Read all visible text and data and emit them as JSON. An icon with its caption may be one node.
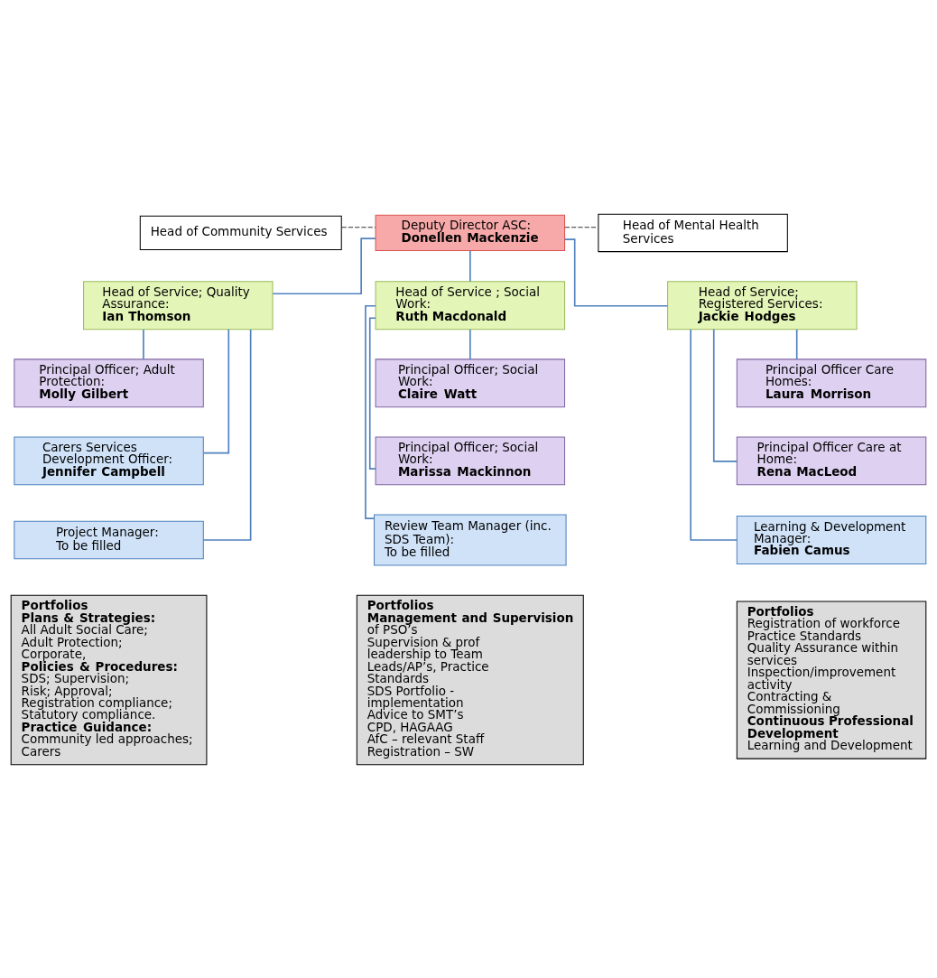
{
  "diagram": {
    "nodes": [
      {
        "text": [
          "Head of Community Services"
        ]
      },
      {
        "text": [
          "Deputy Director ASC:",
          "Donellen Mackenzie"
        ]
      },
      {
        "text": [
          "Head of Mental Health Services"
        ]
      },
      {
        "text": [
          "Head of Service; Quality Assurance:",
          "Ian Thomson"
        ]
      },
      {
        "text": [
          "Head of Service ; Social Work:",
          "Ruth Macdonald"
        ]
      },
      {
        "text": [
          "Head of Service; Registered Services:",
          "Jackie Hodges"
        ]
      },
      {
        "text": [
          "Principal Officer; Adult Protection:",
          "Molly Gilbert"
        ]
      },
      {
        "text": [
          "Principal Officer; Social Work:",
          "Claire Watt"
        ]
      },
      {
        "text": [
          "Principal Officer Care Homes:",
          "Laura Morrison"
        ]
      },
      {
        "text": [
          "Carers Services Development Officer:",
          "Jennifer Campbell"
        ]
      },
      {
        "text": [
          "Principal Officer; Social Work:",
          "Marissa Mackinnon"
        ]
      },
      {
        "text": [
          "Principal Officer Care at Home:",
          "Rena MacLeod"
        ]
      },
      {
        "text": [
          "Project Manager:",
          "To be filled"
        ]
      },
      {
        "text": [
          "Review Team Manager (inc. SDS Team):",
          "To be filled"
        ]
      },
      {
        "text": [
          "Learning & Development Manager:",
          "Fabien Camus"
        ]
      },
      {
        "text": [
          "Portfolios",
          "Plans & Strategies:",
          "All Adult Social Care;",
          "Adult Protection;",
          "Corporate,",
          "Policies & Procedures:",
          "SDS; Supervision;",
          "Risk; Approval;",
          "Registration compliance;",
          "Statutory compliance.",
          "Practice Guidance:",
          "Community led approaches;",
          "Carers"
        ]
      },
      {
        "text": [
          "Portfolios",
          "**Management and Supervision** of PSO’s",
          "Supervision & prof leadership to Team Leads/AP’s, Practice Standards",
          "SDS Portfolio - implementation",
          "Advice to SMT’s",
          "CPD, HAGAAG",
          "AfC – relevant Staff",
          "Registration – SW"
        ]
      },
      {
        "text": [
          "Portfolios",
          "Registration of workforce",
          "Practice Standards",
          "Quality Assurance within services",
          "Inspection/improvement activity",
          "Contracting & Commissioning",
          "Continuous Professional Development",
          "Learning and Development"
        ]
      }
    ],
    "edges": [
      {
        "from": 0,
        "to": 1,
        "arrow": "none",
        "style": "dashed",
        "color": "#333333"
      },
      {
        "from": 1,
        "to": 2,
        "arrow": "none",
        "style": "dashed",
        "color": "#333333"
      },
      {
        "from": 1,
        "to": 3,
        "arrow": "none"
      },
      {
        "from": 1,
        "to": 4,
        "arrow": "none"
      },
      {
        "from": 1,
        "to": 5,
        "arrow": "none"
      },
      {
        "from": 3,
        "to": 6,
        "arrow": "none"
      },
      {
        "from": 3,
        "to": 9,
        "arrow": "none"
      },
      {
        "from": 3,
        "to": 12,
        "arrow": "none"
      },
      {
        "from": 4,
        "to": 7,
        "arrow": "none"
      },
      {
        "from": 4,
        "to": 10,
        "arrow": "none"
      },
      {
        "from": 4,
        "to": 13,
        "arrow": "none"
      },
      {
        "from": 5,
        "to": 8,
        "arrow": "none"
      },
      {
        "from": 5,
        "to": 11,
        "arrow": "none"
      },
      {
        "from": 5,
        "to": 14,
        "arrow": "none"
      }
    ]
  }
}
